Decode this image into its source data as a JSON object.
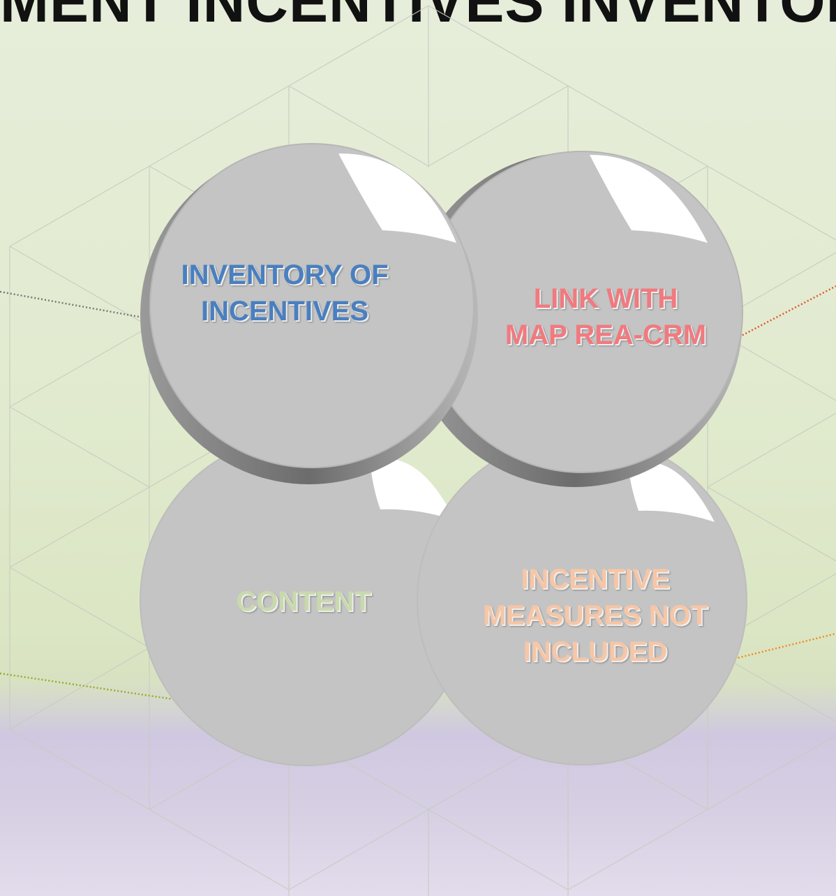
{
  "page": {
    "title_fragment": "MENT INCENTIVES INVENTORY M"
  },
  "circles": [
    {
      "id": "top-left",
      "label_line1": "INVENTORY OF",
      "label_line2": "INCENTIVES",
      "label_line3": "",
      "color": "#4a7fbf"
    },
    {
      "id": "top-right",
      "label_line1": "LINK WITH",
      "label_line2": "MAP REA-CRM",
      "label_line3": "",
      "color": "#f07a7f"
    },
    {
      "id": "bottom-left",
      "label_line1": "CONTENT",
      "label_line2": "",
      "label_line3": "",
      "color": "#c9d9ad"
    },
    {
      "id": "bottom-right",
      "label_line1": "INCENTIVE",
      "label_line2": "MEASURES NOT",
      "label_line3": "INCLUDED",
      "color": "#f6c6a6"
    }
  ],
  "connector_colors": {
    "top_left": "#777777",
    "top_right": "#e0552a",
    "bottom_left": "#9aaa22",
    "bottom_right": "#f08a1a"
  },
  "circle_fill": "#c4c4c4"
}
